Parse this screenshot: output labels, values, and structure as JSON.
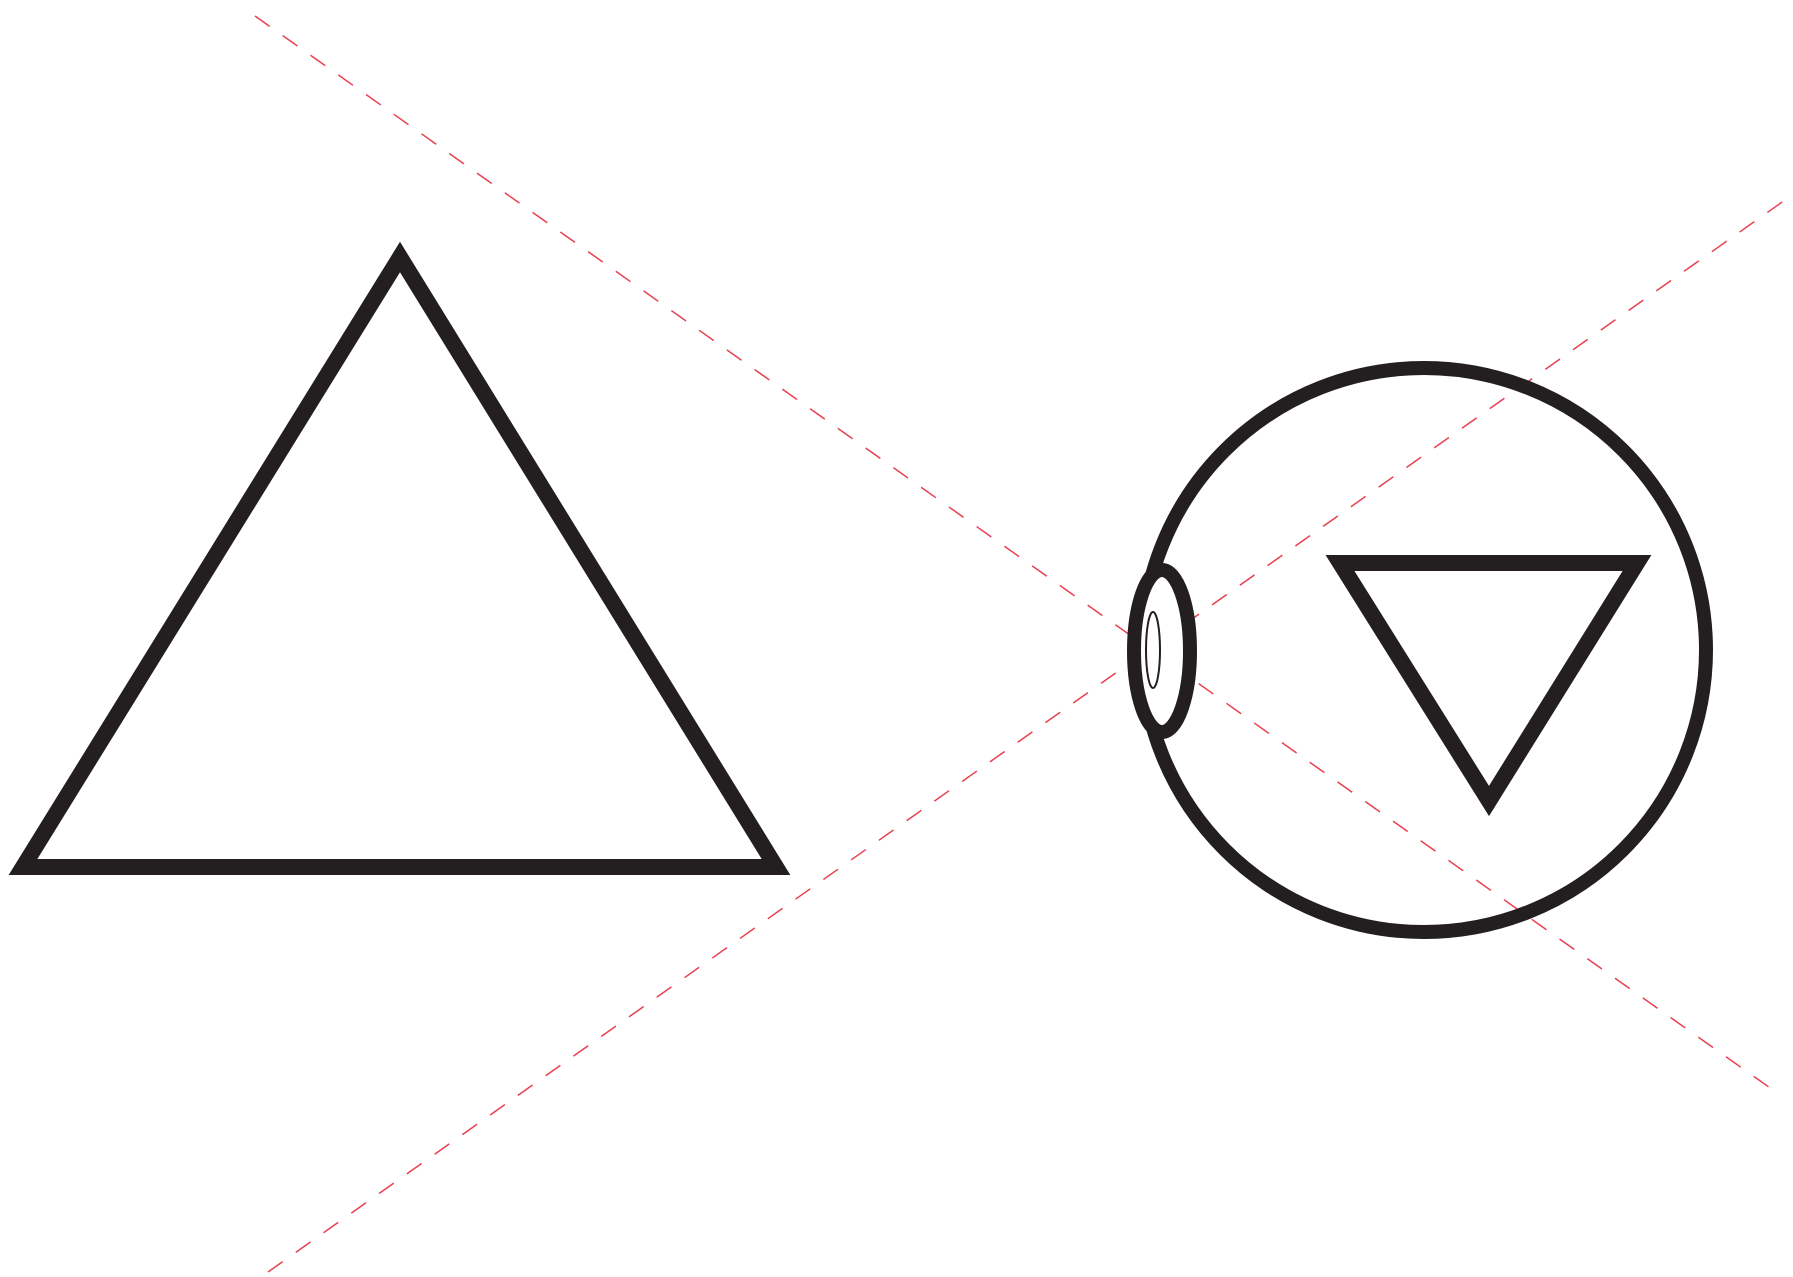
{
  "diagram": {
    "colors": {
      "background": "#ffffff",
      "stroke": "#231f20",
      "ray": "#e8404f"
    },
    "elements": [
      "object-triangle-upright",
      "eyeball-circle",
      "eye-lens",
      "eye-pupil",
      "retinal-image-triangle-inverted",
      "light-ray-dashed",
      "light-ray-dashed"
    ]
  }
}
